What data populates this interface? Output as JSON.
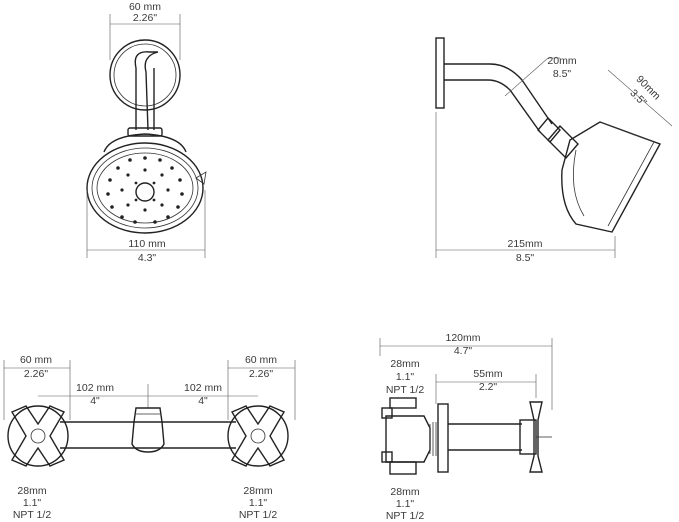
{
  "shower_front": {
    "arm_width_mm": "60 mm",
    "arm_width_in": "2.26\"",
    "head_width_mm": "110 mm",
    "head_width_in": "4.3\""
  },
  "shower_side": {
    "arm_dia_mm": "20mm",
    "arm_dia_in": "8.5\"",
    "head_height_mm": "90mm",
    "head_height_in": "3.5\"",
    "projection_mm": "215mm",
    "projection_in": "8.5\""
  },
  "valve_front": {
    "left_handle_mm": "60 mm",
    "left_handle_in": "2.26\"",
    "right_handle_mm": "60 mm",
    "right_handle_in": "2.26\"",
    "left_spacing_mm": "102 mm",
    "left_spacing_in": "4\"",
    "right_spacing_mm": "102 mm",
    "right_spacing_in": "4\"",
    "left_inlet_mm": "28mm",
    "left_inlet_in": "1.1\"",
    "left_inlet_thread": "NPT 1/2",
    "right_inlet_mm": "28mm",
    "right_inlet_in": "1.1\"",
    "right_inlet_thread": "NPT 1/2"
  },
  "valve_side": {
    "total_depth_mm": "120mm",
    "total_depth_in": "4.7\"",
    "handle_depth_mm": "55mm",
    "handle_depth_in": "2.2\"",
    "top_port_mm": "28mm",
    "top_port_in": "1.1\"",
    "top_port_thread": "NPT 1/2",
    "bottom_port_mm": "28mm",
    "bottom_port_in": "1.1\"",
    "bottom_port_thread": "NPT 1/2"
  }
}
